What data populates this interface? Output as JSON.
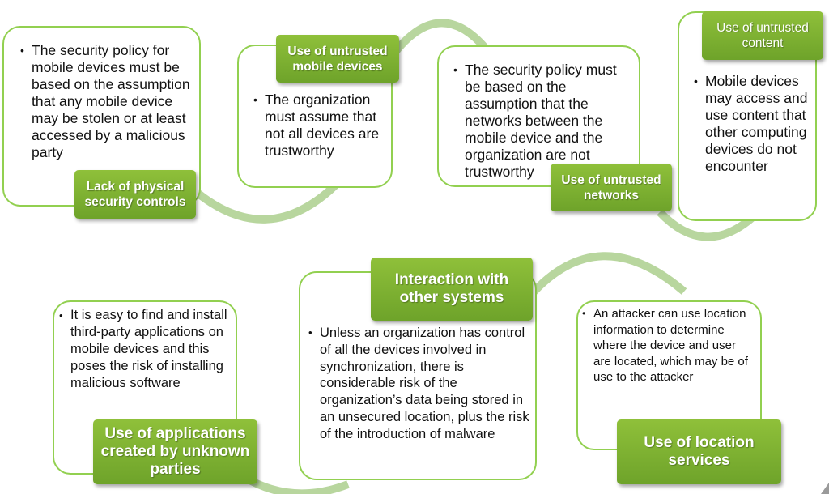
{
  "top_row": [
    {
      "label": "Lack of physical security controls",
      "text": "The security policy for mobile devices must be based on the assumption that any mobile device may be stolen or at least accessed by a malicious party"
    },
    {
      "label": "Use of untrusted mobile devices",
      "text": "The organization must assume that not all devices are trustworthy"
    },
    {
      "label": "Use of untrusted networks",
      "text": "The security policy must be based on the assumption that the networks between the mobile device and the organization are not trustworthy"
    },
    {
      "label": "Use of untrusted content",
      "text": "Mobile devices may access and use content that other computing devices do not encounter"
    }
  ],
  "bottom_row": [
    {
      "label": "Use of applications created by unknown parties",
      "text": "It is easy to find and install third-party applications on mobile devices and this poses the risk of installing malicious software"
    },
    {
      "label": "Interaction with other systems",
      "text": "Unless an organization has control of all the devices involved in synchronization, there is considerable risk of the organization’s data being stored in an unsecured location, plus the risk of the introduction of malware"
    },
    {
      "label": "Use of location services",
      "text": "An attacker can use location information to determine where the device and user are located, which may be of use to the attacker"
    }
  ],
  "colors": {
    "accent": "#7cb030",
    "border": "#92d050",
    "arc": "#b8d69e"
  }
}
